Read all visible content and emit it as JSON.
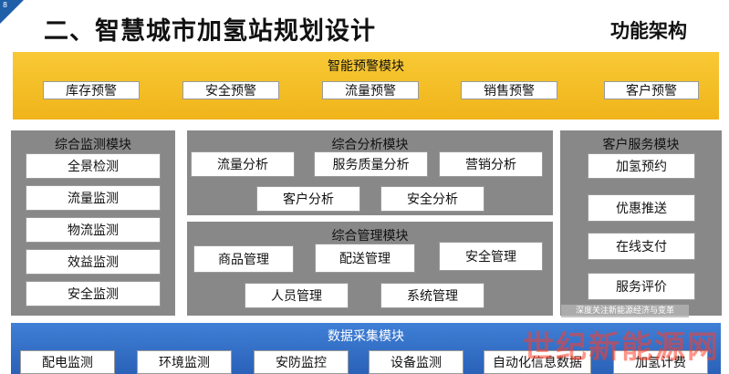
{
  "page_number": "8",
  "title": "二、智慧城市加氢站规划设计",
  "subtitle": "功能架构",
  "warning_module": {
    "title": "智能预警模块",
    "items": [
      "库存预警",
      "安全预警",
      "流量预警",
      "销售预警",
      "客户预警"
    ]
  },
  "monitor_module": {
    "title": "综合监测模块",
    "items": [
      "全景检测",
      "流量监测",
      "物流监测",
      "效益监测",
      "安全监测"
    ]
  },
  "analysis_module": {
    "title": "综合分析模块",
    "row1": [
      "流量分析",
      "服务质量分析",
      "营销分析"
    ],
    "row2": [
      "客户分析",
      "安全分析"
    ]
  },
  "management_module": {
    "title": "综合管理模块",
    "row1": [
      "商品管理",
      "配送管理",
      "安全管理"
    ],
    "row2": [
      "人员管理",
      "系统管理"
    ]
  },
  "service_module": {
    "title": "客户服务模块",
    "items": [
      "加氢预约",
      "优惠推送",
      "在线支付",
      "服务评价"
    ]
  },
  "data_module": {
    "title": "数据采集模块",
    "items": [
      "配电监测",
      "环境监测",
      "安防监控",
      "设备监测",
      "自动化信息数据",
      "加氢计费"
    ]
  },
  "watermark": {
    "brand": "世纪新能源网",
    "tagline": "深度关注新能源经济与变革"
  }
}
